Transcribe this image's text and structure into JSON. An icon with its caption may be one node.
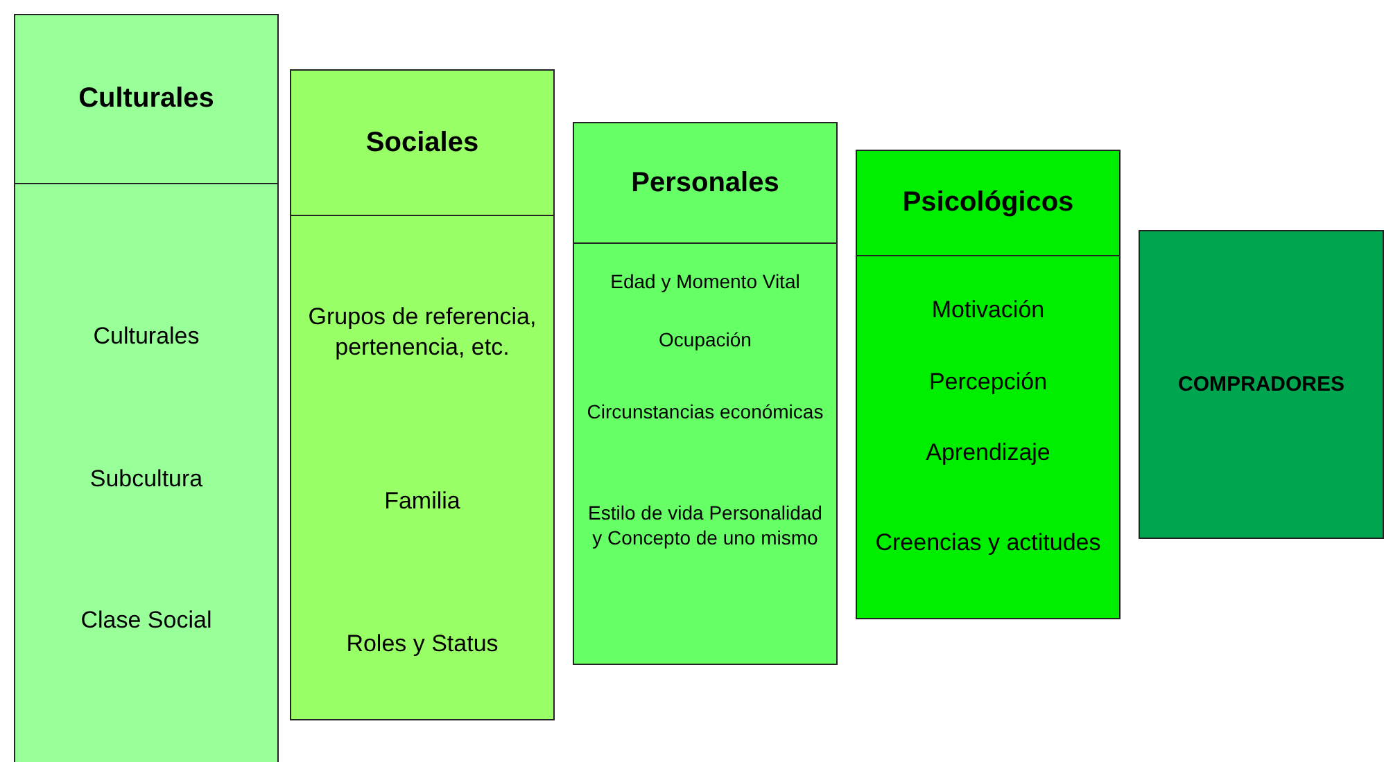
{
  "diagram": {
    "nodes": [
      {
        "text": [
          "Culturales",
          "Culturales",
          "Subcultura",
          "Clase Social"
        ]
      },
      {
        "text": [
          "Sociales",
          "Grupos de referencia, pertenencia, etc.",
          "Familia",
          "Roles y Status"
        ]
      },
      {
        "text": [
          "Personales",
          "Edad y Momento Vital",
          "Ocupación",
          "Circunstancias económicas",
          "Estilo de vida Personalidad y Concepto de uno mismo"
        ]
      },
      {
        "text": [
          "Psicológicos",
          "Motivación",
          "Percepción",
          "Aprendizaje",
          "Creencias y actitudes"
        ]
      },
      {
        "text": [
          "COMPRADORES"
        ]
      }
    ]
  }
}
